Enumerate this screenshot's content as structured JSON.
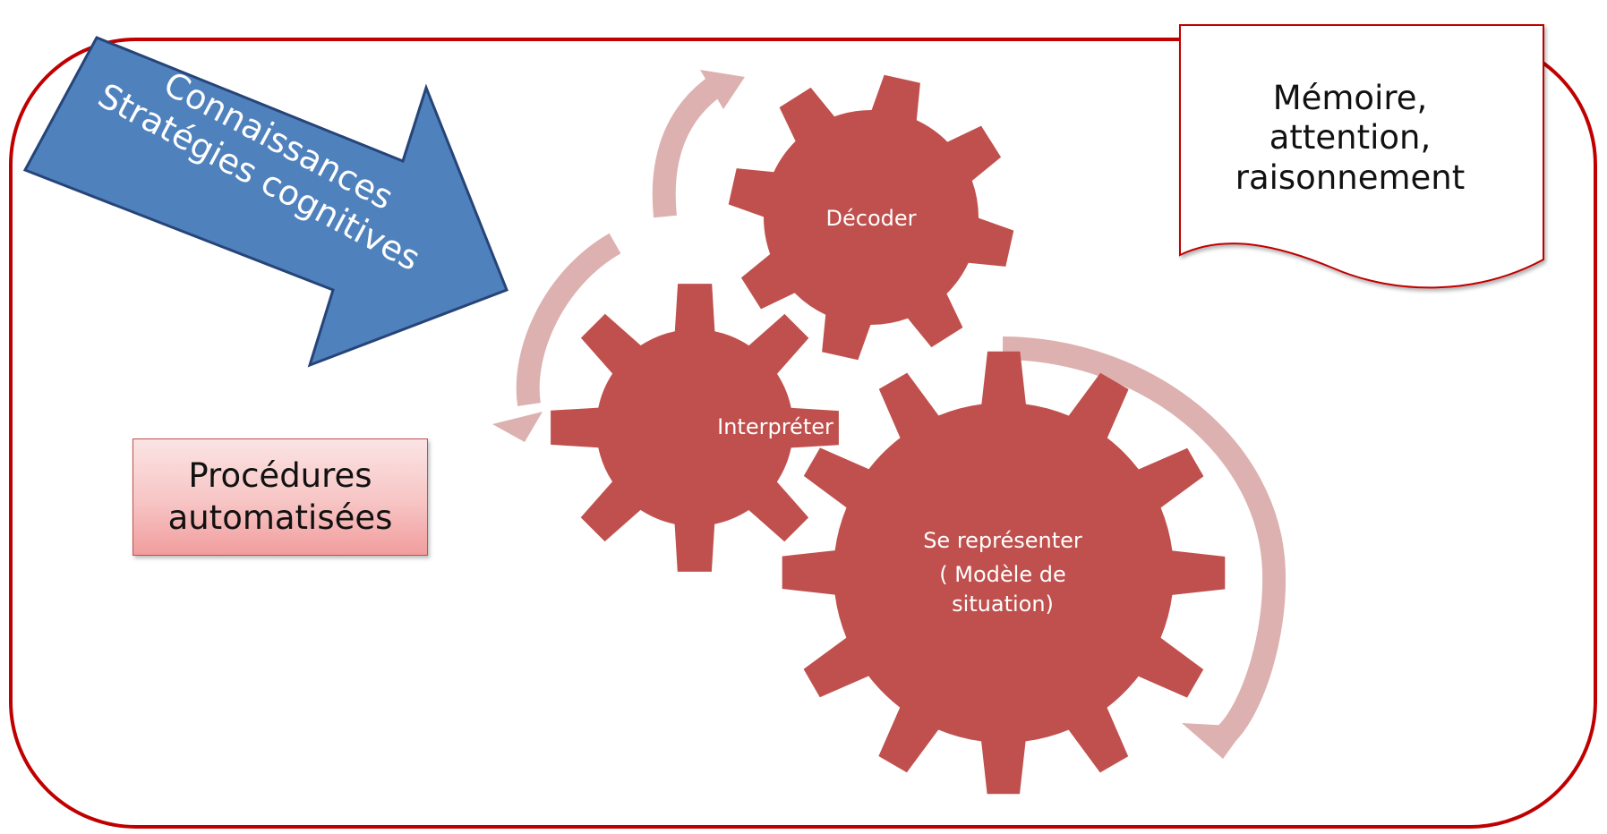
{
  "arrow": {
    "line1": "Connaissances",
    "line2": "Stratégies cognitives"
  },
  "memory_note": {
    "line1": "Mémoire,",
    "line2": "attention,",
    "line3": "raisonnement"
  },
  "procedures": {
    "line1": "Procédures",
    "line2": "automatisées"
  },
  "gears": {
    "decoder": "Décoder",
    "interpret": "Interpréter",
    "represent_line1": "Se représenter",
    "represent_line2": "( Modèle de",
    "represent_line3": "situation)"
  },
  "colors": {
    "frame": "#c00000",
    "gear": "#c0504d",
    "cycle_arrow": "#ddb1b0",
    "big_arrow": "#4f81bd",
    "big_arrow_border": "#264478"
  }
}
